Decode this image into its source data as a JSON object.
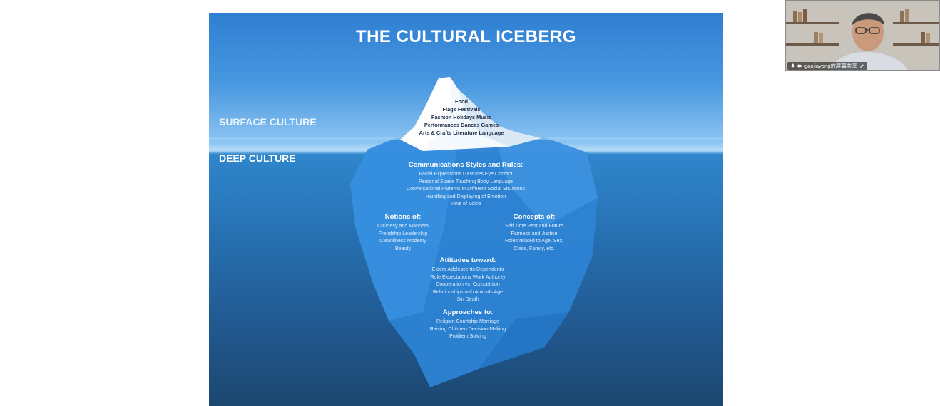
{
  "slide": {
    "title": "THE CULTURAL ICEBERG",
    "surface_label": "SURFACE CULTURE",
    "deep_label": "DEEP CULTURE",
    "tip": {
      "lines": [
        "Food",
        "Flags   Festivals",
        "Fashion   Holidays   Music",
        "Performances   Dances   Games",
        "Arts & Crafts   Literature   Language"
      ]
    },
    "groups": [
      {
        "id": "communication",
        "heading": "Communications Styles and Rules:",
        "lines": [
          "Facial Expressions   Gestures   Eye Contact",
          "Personal Space   Touching   Body Language",
          "Conversational Patterns in Different Social Situations",
          "Handling and Displaying of Emotion",
          "Tone of Voice"
        ]
      },
      {
        "id": "notions",
        "heading": "Notions of:",
        "lines": [
          "Courtesy and Manners",
          "Frendship   Leadership",
          "Cleanliness   Modesty",
          "Beauty"
        ]
      },
      {
        "id": "concepts",
        "heading": "Concepts of:",
        "lines": [
          "Self   Time   Past and Future",
          "Fairness and Justice",
          "Roles related to Age, Sex,",
          "Class, Family, etc."
        ]
      },
      {
        "id": "attitudes",
        "heading": "Attitudes toward:",
        "lines": [
          "Elders   Adolescents   Dependents",
          "Rule   Expectations   Work   Authority",
          "Cooperation vs. Competition",
          "Relationships with Animals   Age",
          "Sin   Death"
        ]
      },
      {
        "id": "approaches",
        "heading": "Approaches to:",
        "lines": [
          "Religion   Courtship   Marriage",
          "Raising Children   Decision-Making",
          "Problem Solving"
        ]
      }
    ]
  },
  "video": {
    "participant_name": "gaojiayong的屏幕共享",
    "icons": [
      "mic-icon",
      "camera-icon",
      "pen-icon"
    ]
  }
}
